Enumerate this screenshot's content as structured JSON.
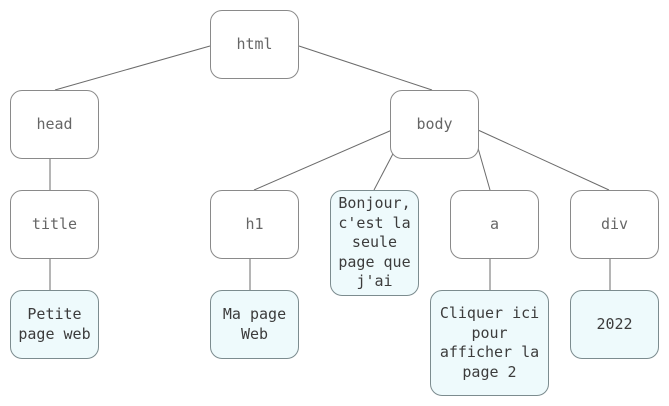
{
  "nodes": {
    "html": "html",
    "head": "head",
    "body": "body",
    "title": "title",
    "h1": "h1",
    "p_text": "Bonjour,\nc'est la\nseule\npage que\nj'ai",
    "a": "a",
    "div": "div",
    "title_text": "Petite\npage web",
    "h1_text": "Ma page\nWeb",
    "a_text": "Cliquer ici\npour\nafficher la\npage 2",
    "div_text": "2022"
  },
  "colors": {
    "element_fill": "#ffffff",
    "text_fill": "#eefafc",
    "border": "#8a8a8a",
    "edge": "#6b6b6b"
  }
}
